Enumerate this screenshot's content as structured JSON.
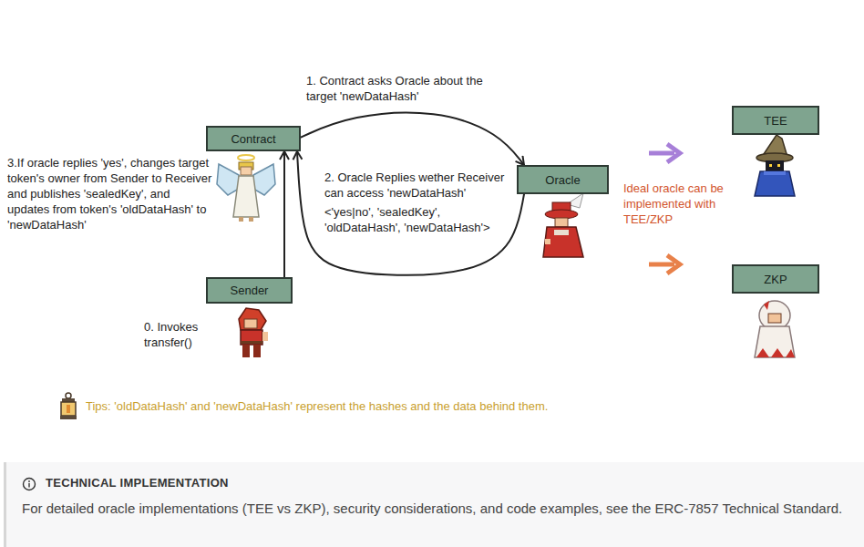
{
  "diagram": {
    "nodes": [
      {
        "text": [
          "Contract"
        ]
      },
      {
        "text": [
          "Oracle"
        ]
      },
      {
        "text": [
          "TEE"
        ]
      },
      {
        "text": [
          "ZKP"
        ]
      },
      {
        "text": [
          "Sender"
        ]
      },
      {
        "text": [
          "TECHNICAL IMPLEMENTATION",
          "For detailed oracle implementations (TEE vs ZKP), security considerations, and code examples, see the ERC-7857 Technical Standard."
        ]
      }
    ],
    "edges": [
      {
        "from": 0,
        "to": 1,
        "label": "1. Contract asks Oracle about the target 'newDataHash'",
        "arrow": "to"
      },
      {
        "from": 1,
        "to": 0,
        "label": "2. Oracle Replies wether Receiver can access 'newDataHash'",
        "arrow": "to"
      },
      {
        "from": 4,
        "to": 0,
        "arrow": "to"
      }
    ],
    "labels": [
      "<'yes|no', 'sealedKey', 'oldDataHash', 'newDataHash'>",
      "3.If oracle replies 'yes', changes target token's owner from Sender to Receiver and publishes 'sealedKey', and updates from token's 'oldDataHash' to 'newDataHash'",
      "0. Invokes transfer()",
      "Ideal oracle can be implemented with TEE/ZKP",
      "Tips: 'oldDataHash' and 'newDataHash' represent the hashes and the data behind them."
    ]
  }
}
